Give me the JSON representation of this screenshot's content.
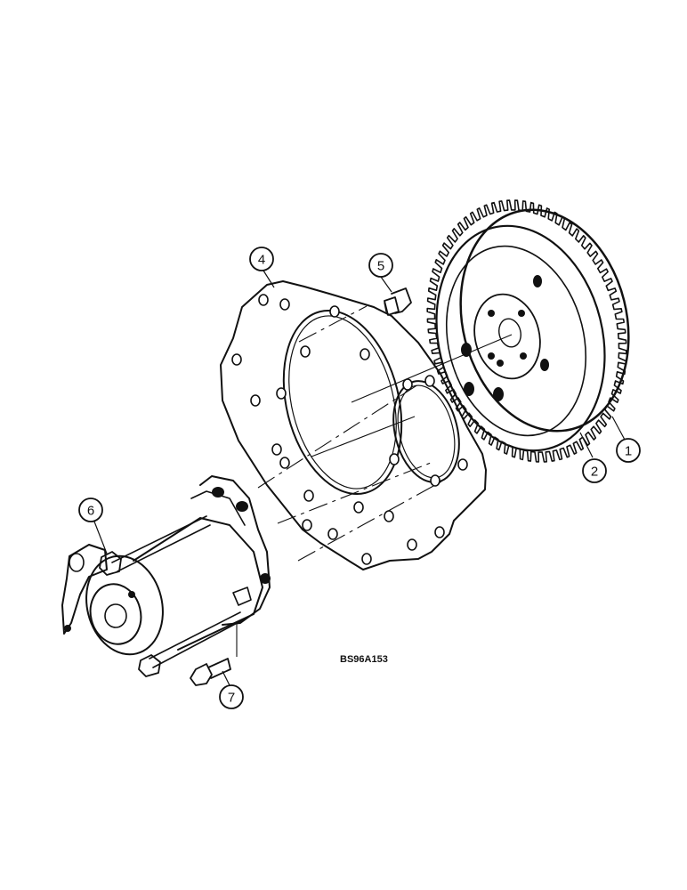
{
  "drawing_code": "BS96A153",
  "callouts": [
    {
      "id": "1",
      "label": "1"
    },
    {
      "id": "2",
      "label": "2"
    },
    {
      "id": "4",
      "label": "4"
    },
    {
      "id": "5",
      "label": "5"
    },
    {
      "id": "6",
      "label": "6"
    },
    {
      "id": "7",
      "label": "7"
    }
  ]
}
